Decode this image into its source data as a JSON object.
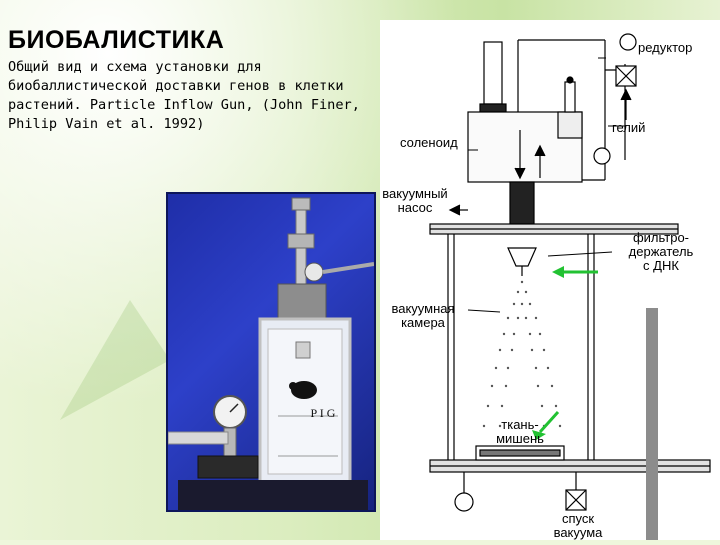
{
  "slide": {
    "title": "БИОБАЛИСТИКА",
    "description": "Общий вид и схема установки для биобаллистической доставки генов в клетки растений. Particle Inflow Gun, (John Finer, Philip Vain et al. 1992)"
  },
  "photo": {
    "label": "P I G"
  },
  "diagram": {
    "labels": {
      "reducer": "редуктор",
      "helium": "гелий",
      "solenoid": "соленоид",
      "vacuum_pump_1": "вакуумный",
      "vacuum_pump_2": "насос",
      "filter_holder_1": "фильтро-",
      "filter_holder_2": "держатель",
      "filter_holder_3": "с ДНК",
      "vacuum_chamber_1": "вакуумная",
      "vacuum_chamber_2": "камера",
      "target_1": "ткань-",
      "target_2": "мишень",
      "vacuum_release_1": "спуск",
      "vacuum_release_2": "вакуума"
    },
    "colors": {
      "arrow_green": "#22c232",
      "background": "#ffffff",
      "line": "#000000",
      "pillar": "#8c8c8c"
    }
  }
}
